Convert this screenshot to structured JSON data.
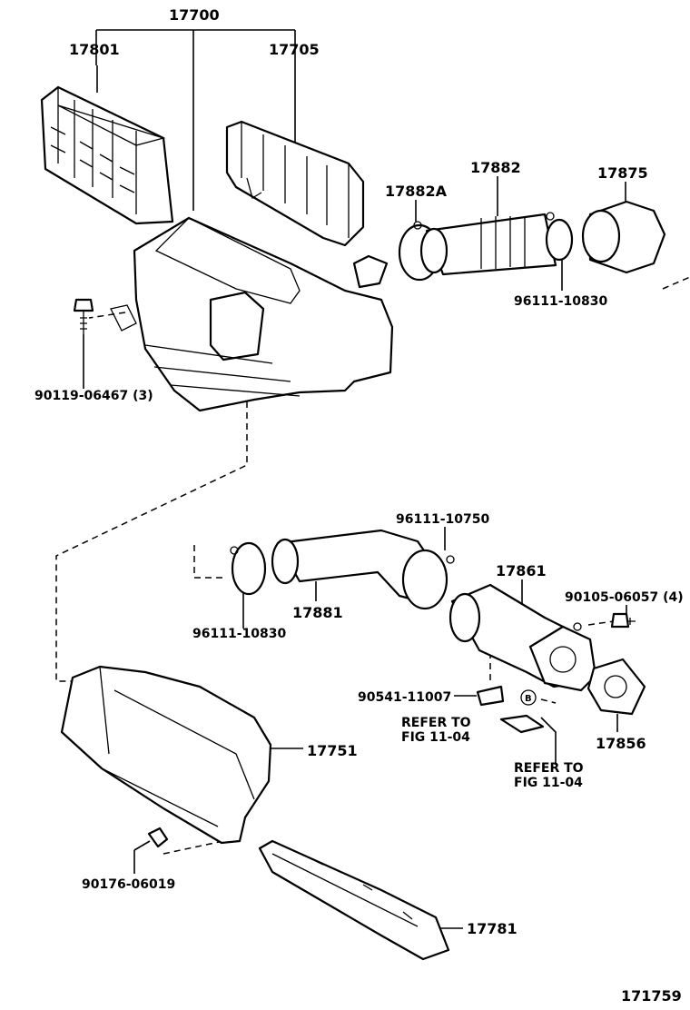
{
  "diagram_id": "171759",
  "parts": {
    "p17700": "17700",
    "p17801": "17801",
    "p17705": "17705",
    "p17882": "17882",
    "p17875": "17875",
    "p17882A": "17882A",
    "p96111_10830_top": "96111-10830",
    "p90119": "90119-06467 (3)",
    "p96111_10750": "96111-10750",
    "p17861": "17861",
    "p90105": "90105-06057 (4)",
    "p96111_10830_mid": "96111-10830",
    "p17881": "17881",
    "p90541": "90541-11007",
    "p17856": "17856",
    "p17751": "17751",
    "p90176": "90176-06019",
    "p17781": "17781"
  },
  "refs": {
    "refer1_line1": "REFER TO",
    "refer1_line2": "FIG 11-04",
    "refer2_line1": "REFER TO",
    "refer2_line2": "FIG 11-04",
    "circle_b": "B"
  }
}
